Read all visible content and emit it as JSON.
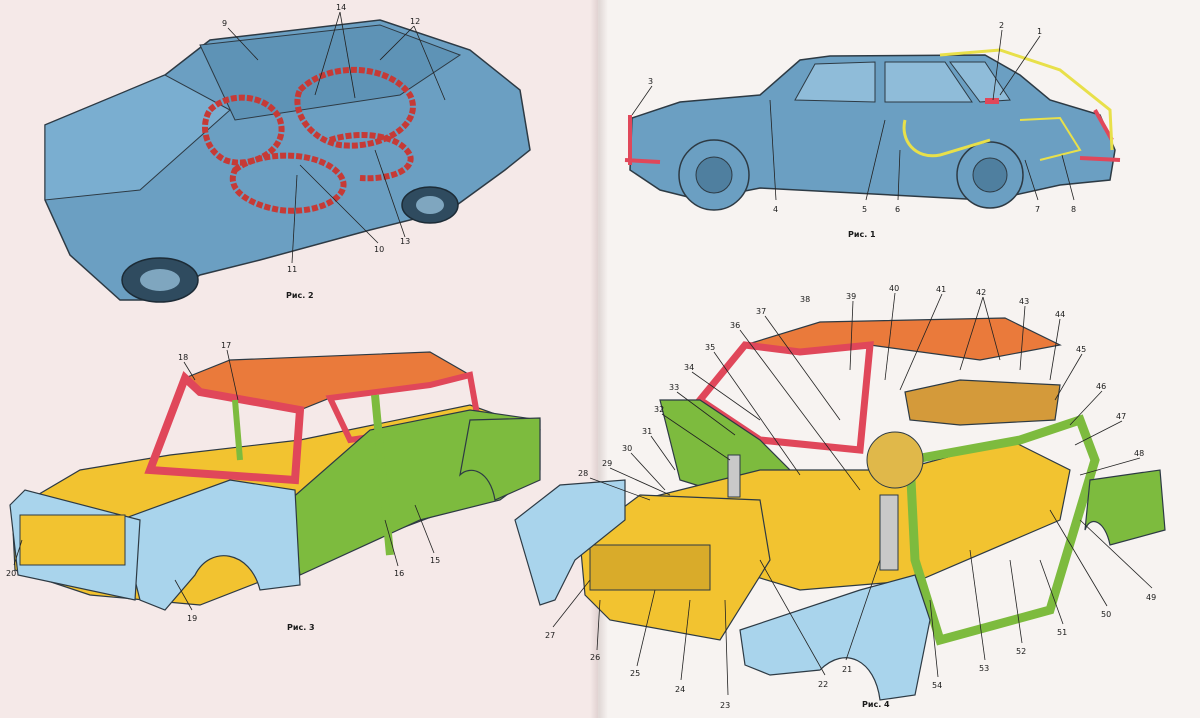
{
  "captions": {
    "fig1": "Рис. 1",
    "fig2": "Рис. 2",
    "fig3": "Рис. 3",
    "fig4": "Рис. 4"
  },
  "colors": {
    "body_blue": "#6b9fc2",
    "sound_insulation_red": "#c63a36",
    "roof_orange": "#ea7a3b",
    "frame_red": "#e0475a",
    "floor_yellow": "#f2c330",
    "side_green": "#7dbb3e",
    "fender_light_blue": "#a9d4ec",
    "outline_dark": "#2d3a44"
  },
  "fig1_labels": [
    "1",
    "2",
    "3",
    "4",
    "5",
    "6",
    "7",
    "8"
  ],
  "fig2_labels": [
    "9",
    "10",
    "11",
    "12",
    "13",
    "14"
  ],
  "fig3_labels": [
    "15",
    "16",
    "17",
    "18",
    "19",
    "20"
  ],
  "fig4_labels": [
    "21",
    "22",
    "23",
    "24",
    "25",
    "26",
    "27",
    "28",
    "29",
    "30",
    "31",
    "32",
    "33",
    "34",
    "35",
    "36",
    "37",
    "38",
    "39",
    "40",
    "41",
    "42",
    "43",
    "44",
    "45",
    "46",
    "47",
    "48",
    "49",
    "50",
    "51",
    "52",
    "53",
    "54"
  ]
}
